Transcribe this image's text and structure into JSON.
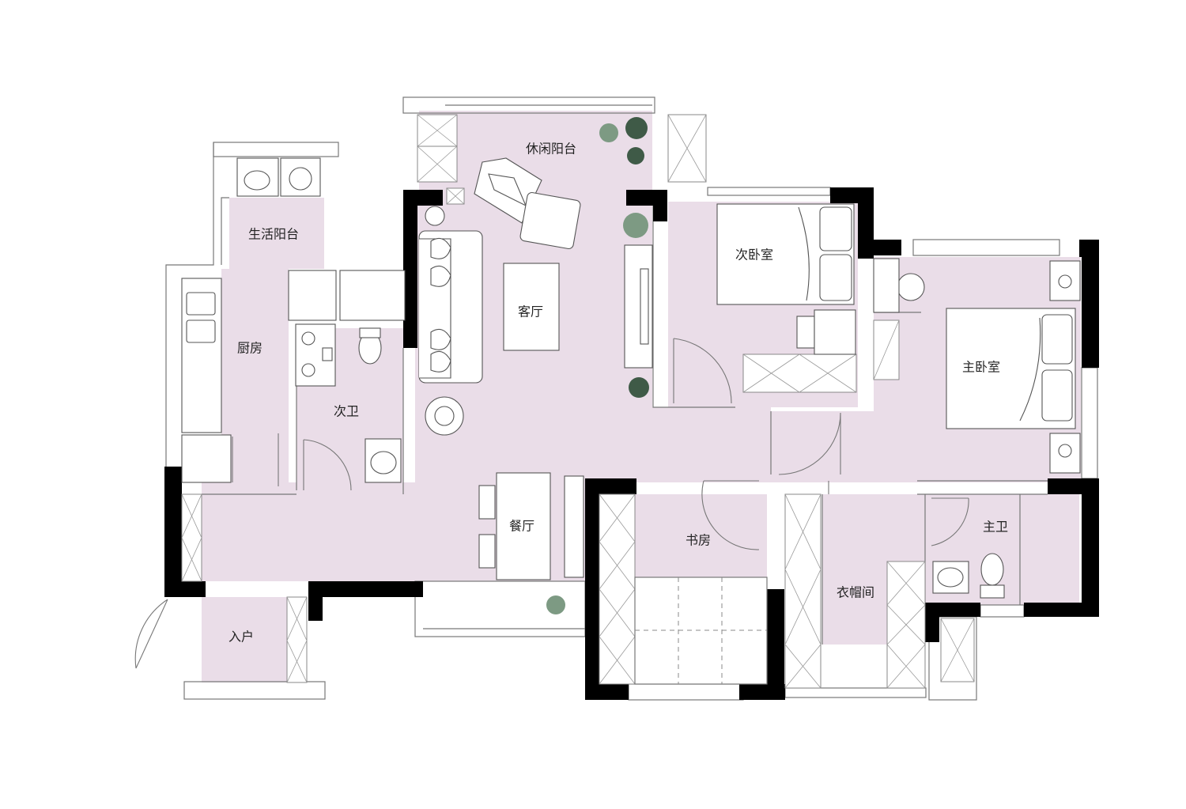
{
  "rooms": {
    "leisure_balcony": "休闲阳台",
    "service_balcony": "生活阳台",
    "kitchen": "厨房",
    "living_room": "客厅",
    "second_bedroom": "次卧室",
    "master_bedroom": "主卧室",
    "second_bathroom": "次卫",
    "dining_room": "餐厅",
    "study": "书房",
    "master_bathroom": "主卫",
    "walk_in_closet": "衣帽间",
    "entrance": "入户"
  },
  "colors": {
    "room_fill": "#eadde8",
    "wall": "#000000",
    "outline": "#777777",
    "plant_dark": "#3f5a47",
    "plant_light": "#7d9a83"
  },
  "icons": [
    "sofa-icon",
    "armchair-icon",
    "bed-icon",
    "toilet-icon",
    "sink-icon",
    "washing-machine-icon",
    "stove-icon",
    "plant-icon",
    "door-swing-icon",
    "wardrobe-icon",
    "tv-icon",
    "dining-table-icon"
  ]
}
